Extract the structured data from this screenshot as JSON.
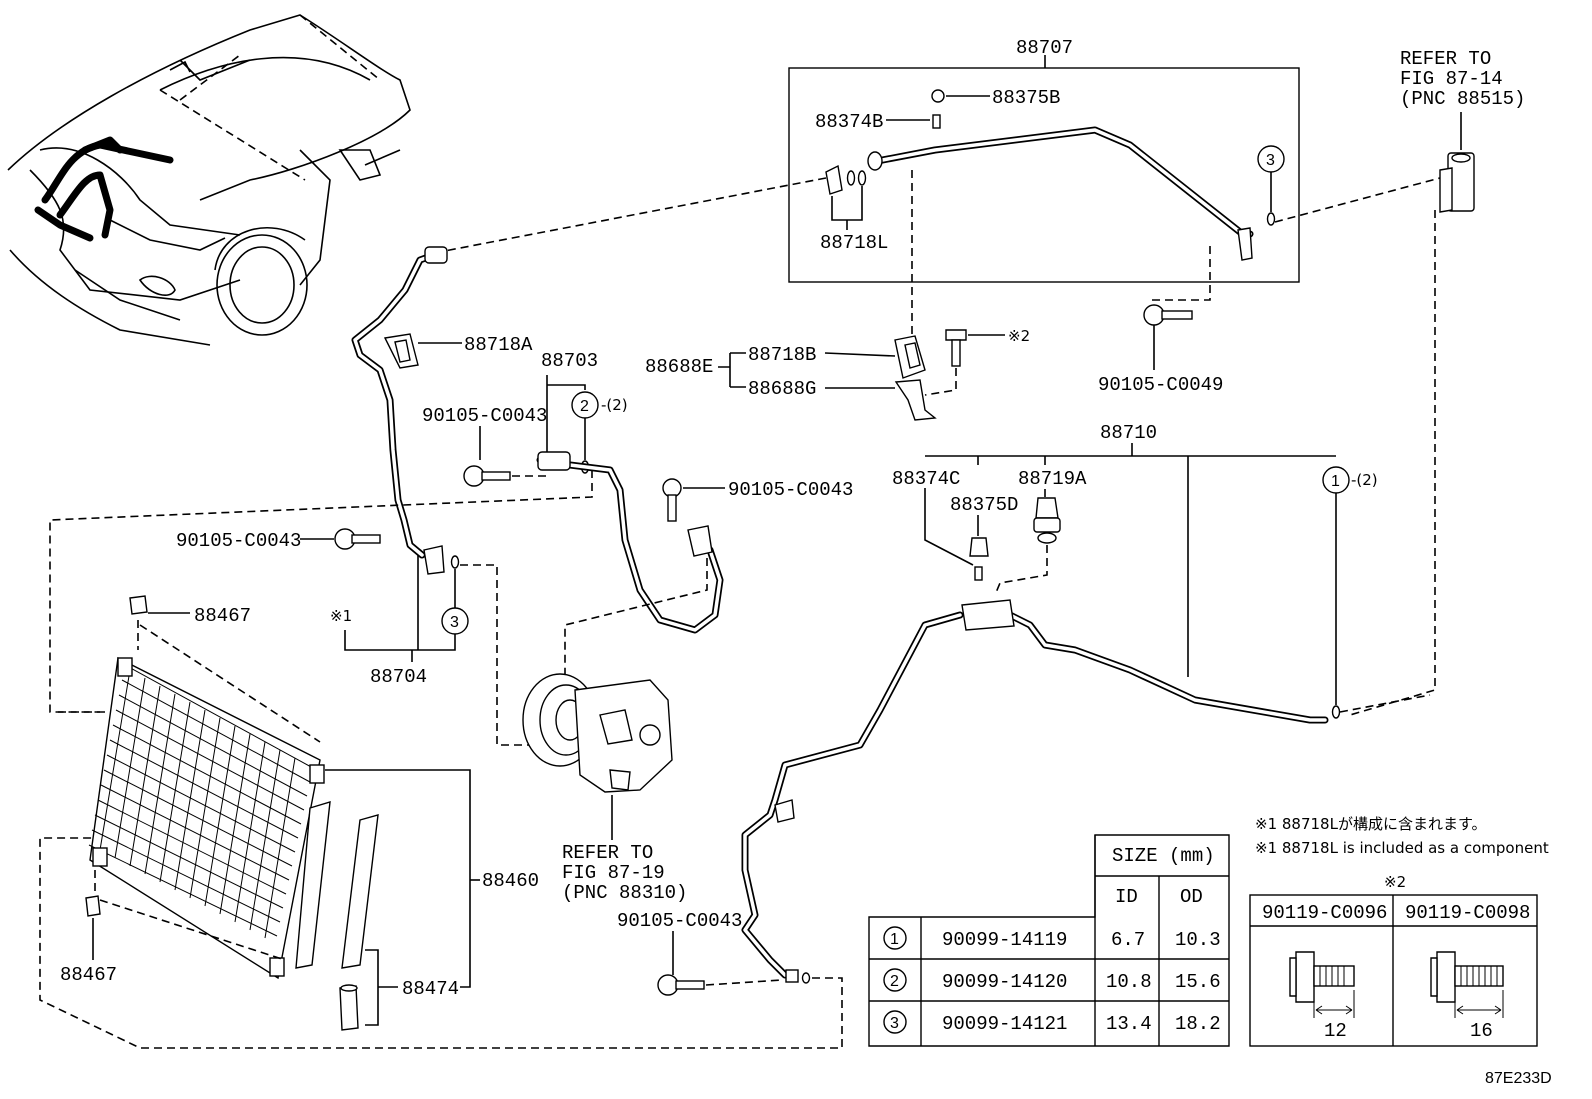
{
  "labels": {
    "p88707": "88707",
    "p88375B": "88375B",
    "p88374B": "88374B",
    "p88718L": "88718L",
    "refer_top_1": "REFER TO",
    "refer_top_2": "FIG 87-14",
    "refer_top_3": "(PNC 88515)",
    "p88718A": "88718A",
    "p88703": "88703",
    "p88688E": "88688E",
    "p88718B": "88718B",
    "p88688G": "88688G",
    "note_x2_symbol": "※2",
    "p90105_right": "90105-C0049",
    "p90105_a": "90105-C0043",
    "p90105_b": "90105-C0043",
    "p90105_c": "90105-C0043",
    "p90105_d": "90105-C0043",
    "ring2_suffix": "-(2)",
    "ring1_suffix": "-(2)",
    "p88710": "88710",
    "p88374C": "88374C",
    "p88375D": "88375D",
    "p88719A": "88719A",
    "x1_symbol": "※1",
    "p88704": "88704",
    "p88467_top": "88467",
    "p88467_bot": "88467",
    "p88460": "88460",
    "p88474": "88474",
    "refer_mid_1": "REFER TO",
    "refer_mid_2": "FIG 87-19",
    "refer_mid_3": "(PNC 88310)",
    "footnote_jp": "※1 88718Lが構成に含まれます。",
    "footnote_en": "※1 88718L is included as a component",
    "figure_code": "87E233D"
  },
  "oring_table": {
    "header_size": "SIZE (mm)",
    "col_id": "ID",
    "col_od": "OD",
    "rows": [
      {
        "key": "1",
        "part": "90099-14119",
        "id": "6.7",
        "od": "10.3"
      },
      {
        "key": "2",
        "part": "90099-14120",
        "id": "10.8",
        "od": "15.6"
      },
      {
        "key": "3",
        "part": "90099-14121",
        "id": "13.4",
        "od": "18.2"
      }
    ]
  },
  "bolt_table": {
    "title": "※2",
    "cols": [
      {
        "part": "90119-C0096",
        "dimension": "12"
      },
      {
        "part": "90119-C0098",
        "dimension": "16"
      }
    ]
  },
  "callouts": {
    "c1": "1",
    "c2": "2",
    "c3a": "3",
    "c3b": "3"
  }
}
